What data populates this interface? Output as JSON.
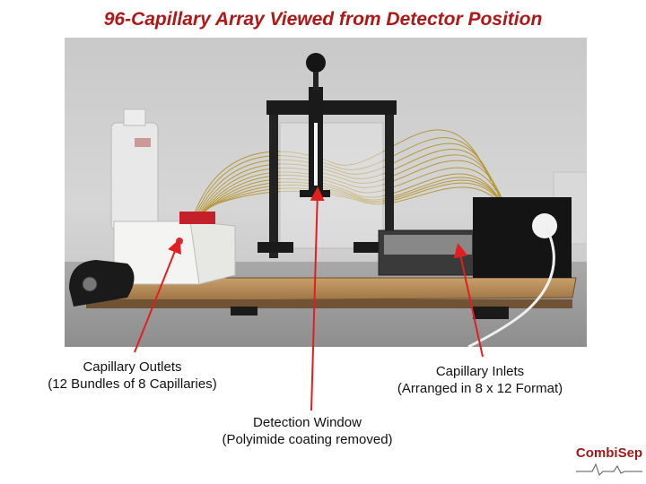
{
  "title": "96-Capillary Array Viewed from Detector Position",
  "labels": {
    "outlets": {
      "line1": "Capillary Outlets",
      "line2": "(12 Bundles of 8 Capillaries)"
    },
    "inlets": {
      "line1": "Capillary Inlets",
      "line2": "(Arranged in 8 x 12 Format)"
    },
    "window": {
      "line1": "Detection Window",
      "line2": "(Polyimide coating removed)"
    }
  },
  "logo": {
    "text": "CombiSep"
  },
  "colors": {
    "title": "#b01818",
    "arrow": "#e02020",
    "logo": "#a01a1a"
  }
}
